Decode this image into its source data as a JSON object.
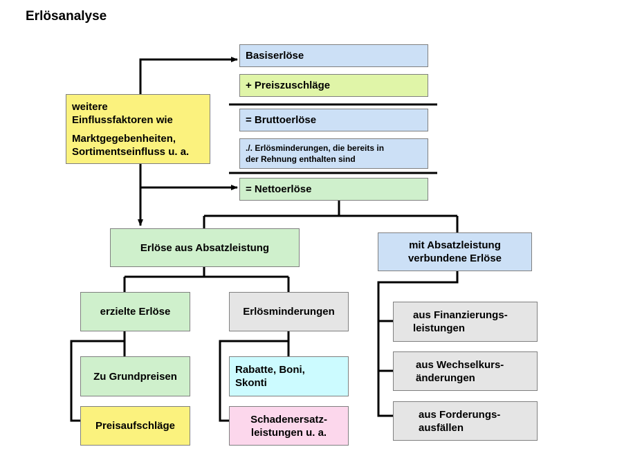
{
  "title": "Erlösanalyse",
  "boxes": {
    "basiserloese": "Basiserlöse",
    "preiszuschlaege": "+ Preiszuschläge",
    "bruttoerloese": "= Bruttoerlöse",
    "erloesminderungen_rechnung_1": "./. Erlösminderungen, die bereits in",
    "erloesminderungen_rechnung_2": "der Rehnung enthalten sind",
    "nettoerloese": "= Nettoerlöse",
    "einfluss_1": "weitere",
    "einfluss_2": "Einflussfaktoren wie",
    "einfluss_3": "Marktgegebenheiten,",
    "einfluss_4": "Sortimentseinfluss u. a.",
    "erloese_absatzleistung": "Erlöse aus Absatzleistung",
    "verbundene_1": "mit Absatzleistung",
    "verbundene_2": "verbundene Erlöse",
    "erzielte_erloese": "erzielte Erlöse",
    "erloesminderungen": "Erlösminderungen",
    "grundpreise": "Zu Grundpreisen",
    "preisaufschlaege": "Preisaufschläge",
    "rabatte_1": "Rabatte, Boni,",
    "rabatte_2": "Skonti",
    "schadenersatz_1": "Schadenersatz-",
    "schadenersatz_2": "leistungen u. a.",
    "finanzierung_1": "aus Finanzierungs-",
    "finanzierung_2": "leistungen",
    "wechselkurs_1": "aus Wechselkurs-",
    "wechselkurs_2": "änderungen",
    "forderung_1": "aus Forderungs-",
    "forderung_2": "ausfällen"
  },
  "colors": {
    "blue": "#cce0f6",
    "yellowgreen": "#e0f5a8",
    "green": "#cff0cc",
    "yellow": "#fbf27e",
    "gray": "#e5e5e5",
    "cyan": "#ccfbff",
    "pink": "#fcd7ec"
  }
}
